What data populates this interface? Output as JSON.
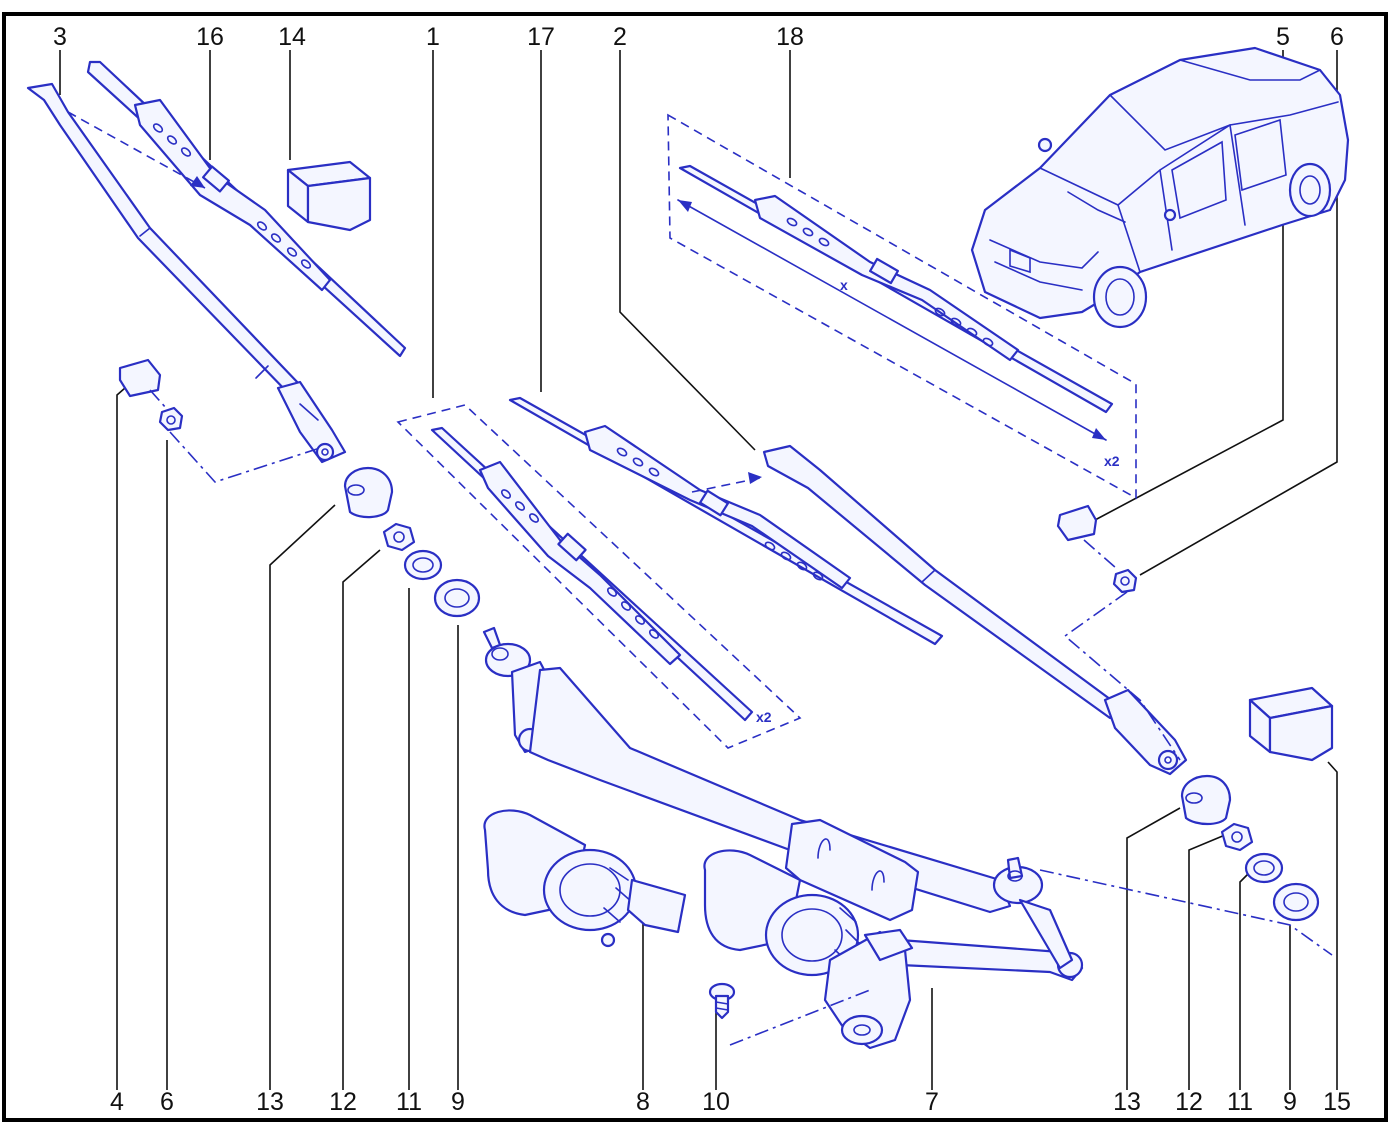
{
  "colors": {
    "line": "#2a2fc4",
    "frame": "#000000",
    "text": "#111111",
    "background": "#ffffff"
  },
  "labels_top": [
    "3",
    "16",
    "14",
    "1",
    "17",
    "2",
    "18",
    "5",
    "6"
  ],
  "labels_bottom": [
    "4",
    "6",
    "13",
    "12",
    "11",
    "9",
    "8",
    "10",
    "7",
    "13",
    "12",
    "11",
    "9",
    "15"
  ],
  "annotations": {
    "qty_blade_center": "x2",
    "qty_blade_right": "x2",
    "blade_length_mark": "x"
  }
}
